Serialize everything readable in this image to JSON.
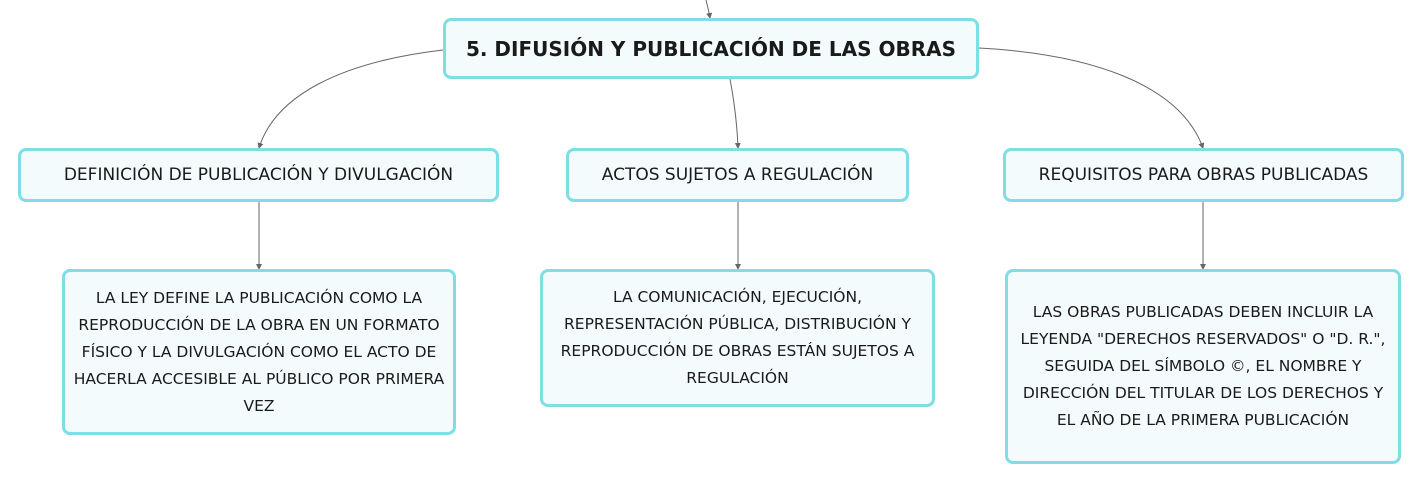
{
  "root": {
    "title": "5. DIFUSIÓN Y PUBLICACIÓN DE LAS OBRAS"
  },
  "branches": [
    {
      "title": "DEFINICIÓN DE PUBLICACIÓN Y DIVULGACIÓN",
      "detail": "LA LEY DEFINE LA PUBLICACIÓN COMO LA REPRODUCCIÓN DE LA OBRA EN UN FORMATO FÍSICO Y LA DIVULGACIÓN COMO EL ACTO DE HACERLA ACCESIBLE AL PÚBLICO POR PRIMERA VEZ"
    },
    {
      "title": "ACTOS SUJETOS A REGULACIÓN",
      "detail": "LA COMUNICACIÓN, EJECUCIÓN, REPRESENTACIÓN PÚBLICA, DISTRIBUCIÓN Y REPRODUCCIÓN DE OBRAS ESTÁN SUJETOS A REGULACIÓN"
    },
    {
      "title": "REQUISITOS PARA OBRAS PUBLICADAS",
      "detail": "LAS OBRAS PUBLICADAS DEBEN INCLUIR LA LEYENDA \"DERECHOS RESERVADOS\" O \"D. R.\", SEGUIDA DEL SÍMBOLO ©, EL NOMBRE Y DIRECCIÓN DEL TITULAR DE LOS DERECHOS Y EL AÑO DE LA PRIMERA PUBLICACIÓN"
    }
  ],
  "colors": {
    "node_border": "#7fdde5",
    "node_fill": "#f3fbfd",
    "connector": "#666666"
  }
}
